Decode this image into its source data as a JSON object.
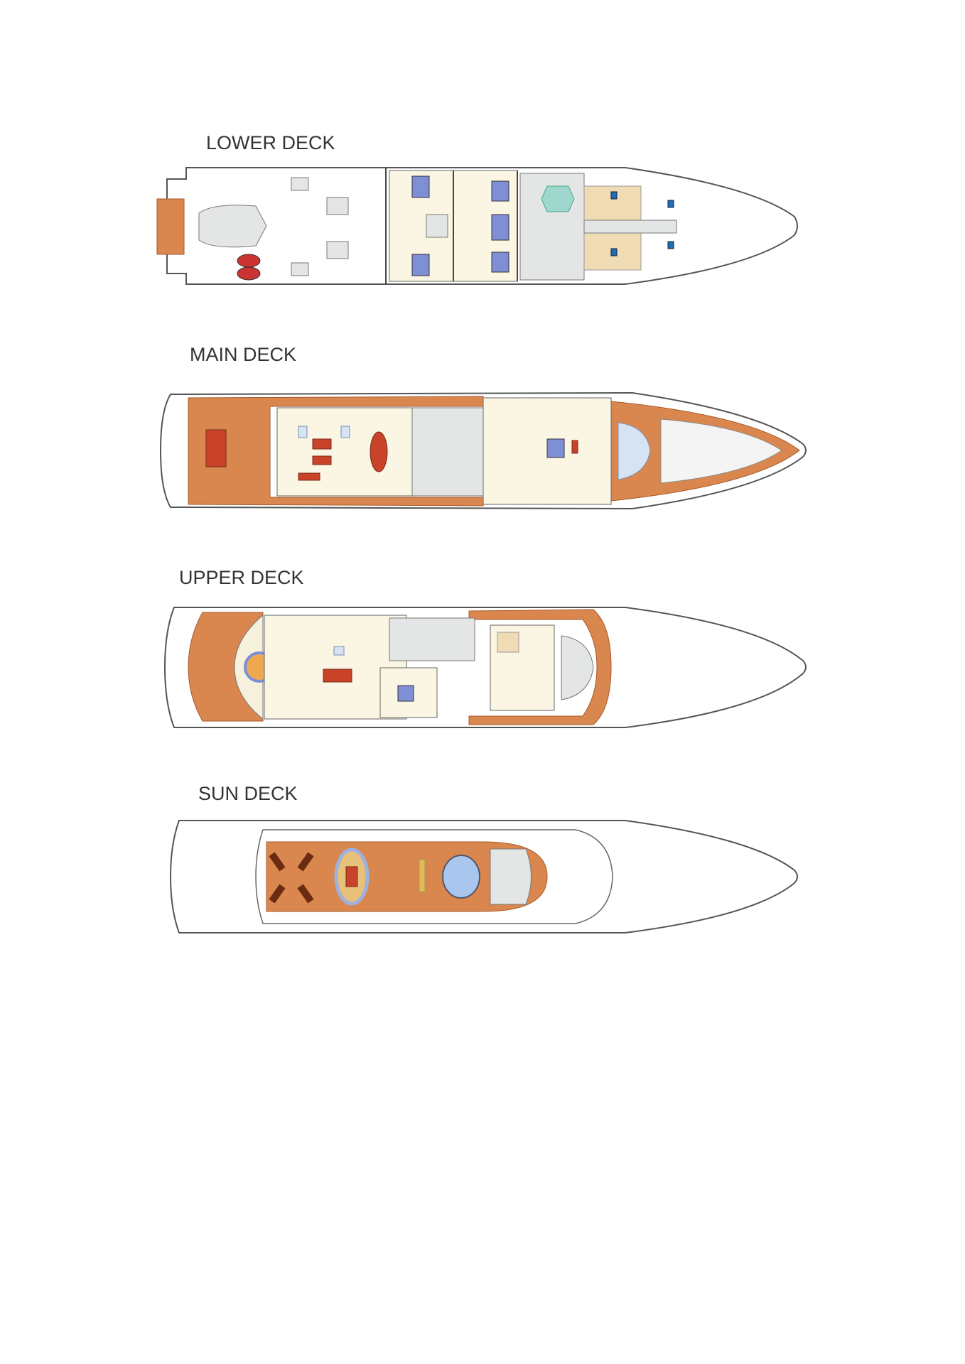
{
  "decks": [
    {
      "label": "LOWER DECK"
    },
    {
      "label": "MAIN DECK"
    },
    {
      "label": "UPPER DECK"
    },
    {
      "label": "SUN DECK"
    }
  ],
  "colors": {
    "teak": "#d9874e",
    "floor": "#fbf6e3",
    "bed": "#7f8fd6",
    "sofa": "#c8432a",
    "outline": "#555555"
  }
}
